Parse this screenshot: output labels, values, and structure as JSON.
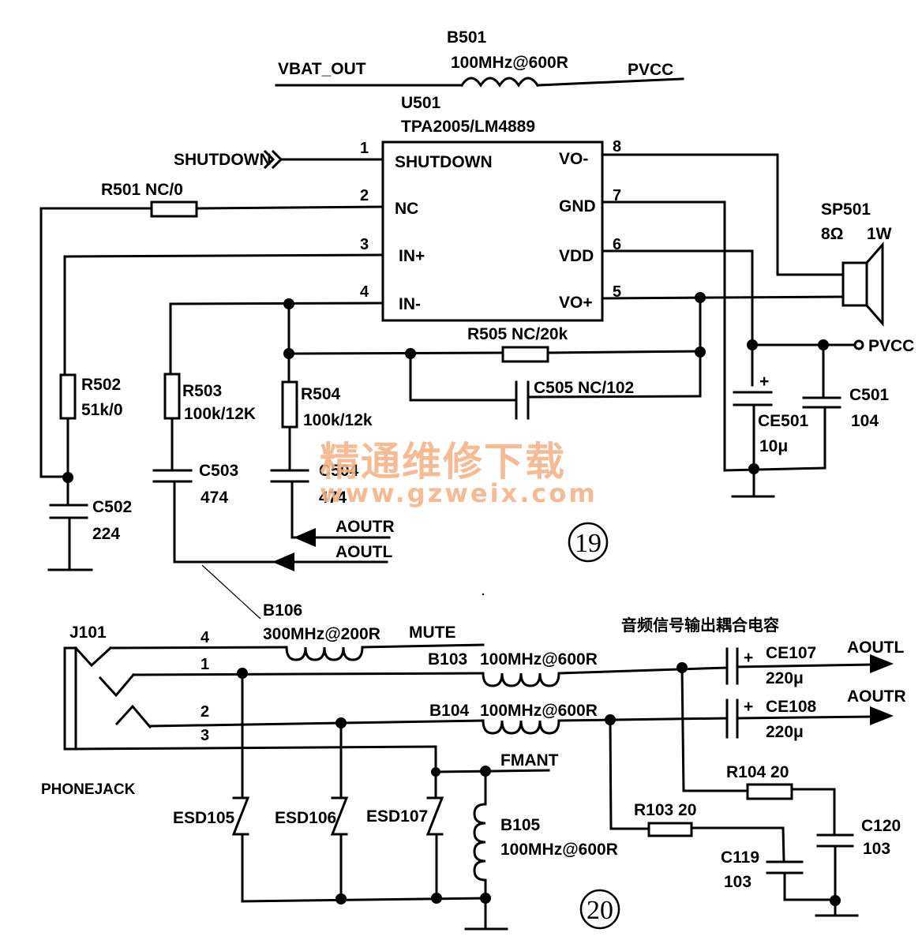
{
  "diagram_title": "Audio amplifier and phone jack schematic",
  "section_19": {
    "number": "19",
    "nets": {
      "vbat_out": "VBAT_OUT",
      "pvcc": "PVCC",
      "shutdown": "SHUTDOWN",
      "aoutr": "AOUTR",
      "aoutl": "AOUTL",
      "pvcc_port": "PVCC"
    },
    "b501": {
      "ref": "B501",
      "value": "100MHz@600R"
    },
    "u501": {
      "ref": "U501",
      "part": "TPA2005/LM4889",
      "pins_left": [
        {
          "num": "1",
          "name": "SHUTDOWN"
        },
        {
          "num": "2",
          "name": "NC"
        },
        {
          "num": "3",
          "name": "IN+"
        },
        {
          "num": "4",
          "name": "IN-"
        }
      ],
      "pins_right": [
        {
          "num": "8",
          "name": "VO-"
        },
        {
          "num": "7",
          "name": "GND"
        },
        {
          "num": "6",
          "name": "VDD"
        },
        {
          "num": "5",
          "name": "VO+"
        }
      ]
    },
    "r501": {
      "ref": "R501",
      "value": "NC/0",
      "label": "R501  NC/0"
    },
    "r502": {
      "ref": "R502",
      "value": "51k/0"
    },
    "r503": {
      "ref": "R503",
      "value": "100k/12K"
    },
    "r504": {
      "ref": "R504",
      "value": "100k/12k"
    },
    "r505": {
      "ref": "R505",
      "value": "NC/20k",
      "label": "R505  NC/20k"
    },
    "c505": {
      "ref": "C505",
      "value": "NC/102",
      "label": "C505  NC/102"
    },
    "c502": {
      "ref": "C502",
      "value": "224"
    },
    "c503": {
      "ref": "C503",
      "value": "474"
    },
    "c504": {
      "ref": "C504",
      "value": "474"
    },
    "sp501": {
      "ref": "SP501",
      "impedance": "8Ω",
      "power": "1W"
    },
    "ce501": {
      "ref": "CE501",
      "value": "10μ",
      "polarity": "+"
    },
    "c501": {
      "ref": "C501",
      "value": "104"
    }
  },
  "section_20": {
    "number": "20",
    "j101": {
      "ref": "J101",
      "name": "PHONEJACK",
      "pins": [
        "4",
        "1",
        "2",
        "3"
      ]
    },
    "b106": {
      "ref": "B106",
      "value": "300MHz@200R"
    },
    "mute": "MUTE",
    "b103": {
      "ref": "B103",
      "value": "100MHz@600R"
    },
    "b104": {
      "ref": "B104",
      "value": "100MHz@600R"
    },
    "b105": {
      "ref": "B105",
      "value": "100MHz@600R"
    },
    "fmant": "FMANT",
    "coupling_note": "音频信号输出耦合电容",
    "ce107": {
      "ref": "CE107",
      "value": "220μ",
      "polarity": "+"
    },
    "ce108": {
      "ref": "CE108",
      "value": "220μ",
      "polarity": "+"
    },
    "aoutl": "AOUTL",
    "aoutr": "AOUTR",
    "esd": [
      "ESD105",
      "ESD106",
      "ESD107"
    ],
    "r104": {
      "ref": "R104",
      "value": "20",
      "label": "R104  20"
    },
    "r103": {
      "ref": "R103",
      "value": "20",
      "label": "R103  20"
    },
    "c120": {
      "ref": "C120",
      "value": "103"
    },
    "c119": {
      "ref": "C119",
      "value": "103"
    }
  },
  "watermark": {
    "text_cn": "精通维修下载",
    "url": "www.gzweix.com",
    "color": "#f4b48a"
  }
}
